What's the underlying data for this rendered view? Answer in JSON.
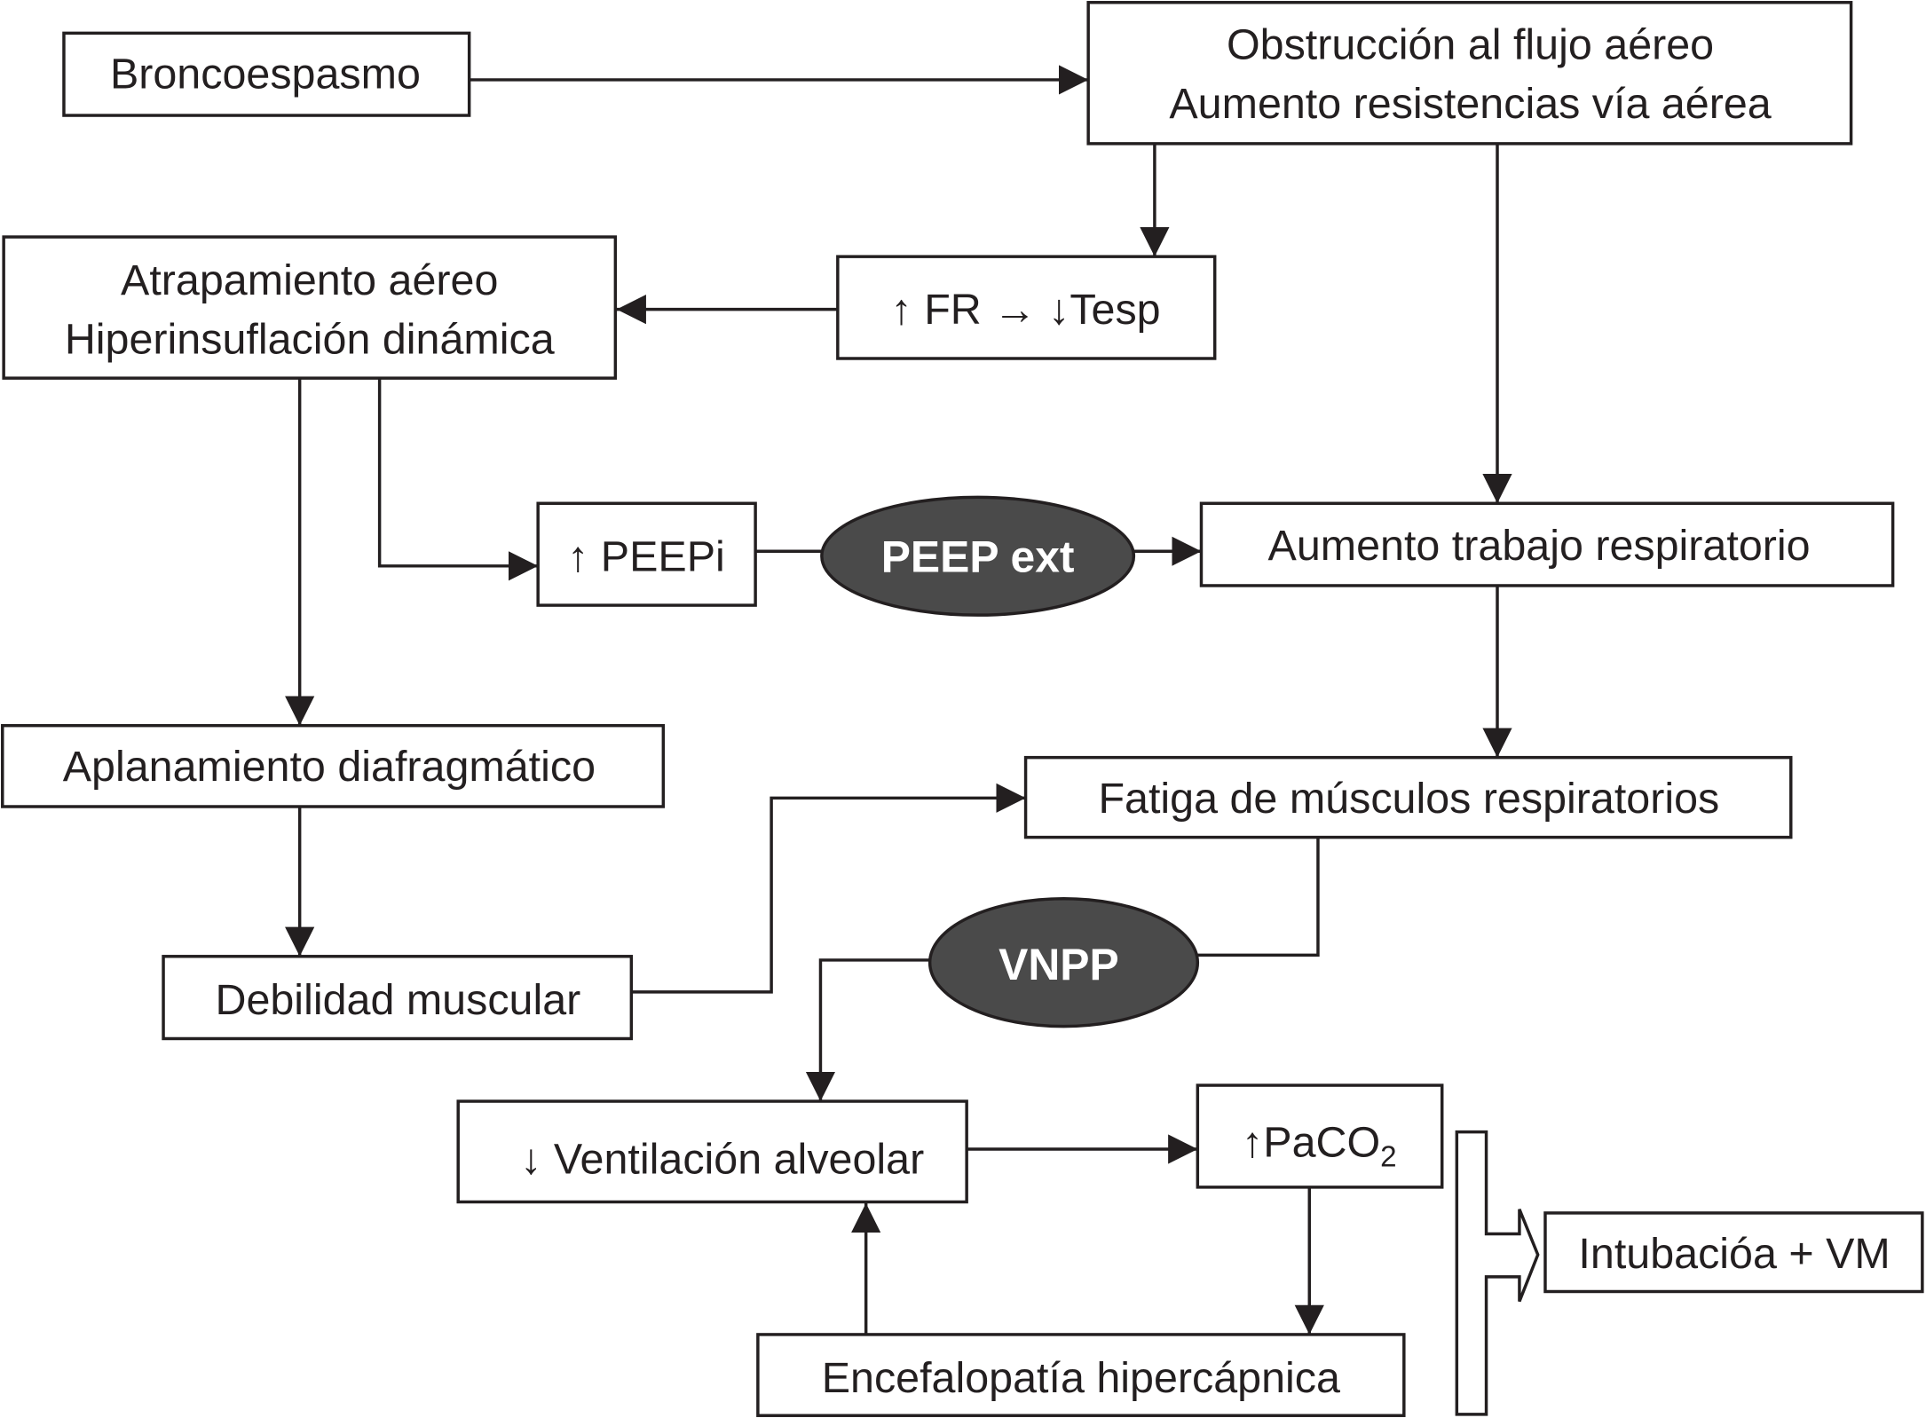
{
  "colors": {
    "line": "#231f20",
    "ellipse_fill": "#4a4a4a",
    "ellipse_text": "#ffffff",
    "background": "#ffffff"
  },
  "nodes": {
    "broncoespasmo": "Broncoespasmo",
    "obstruccion": {
      "line1": "Obstrucción al flujo aéreo",
      "line2": "Aumento resistencias vía aérea"
    },
    "atrapamiento": {
      "line1": "Atrapamiento aéreo",
      "line2": "Hiperinsuflación dinámica"
    },
    "fr_tesp": "↑ FR → ↓Tesp",
    "peepi": "↑ PEEPi",
    "peep_ext": "PEEP ext",
    "trabajo": "Aumento trabajo respiratorio",
    "aplanamiento": "Aplanamiento diafragmático",
    "fatiga": "Fatiga de músculos respiratorios",
    "debilidad": "Debilidad muscular",
    "vnpp": "VNPP",
    "ventilacion": "↓ Ventilación alveolar",
    "paco2": {
      "prefix": "↑PaCO",
      "sub": "2"
    },
    "intubacion": "Intubacióa + VM",
    "encefalopatia": "Encefalopatía hipercápnica"
  }
}
